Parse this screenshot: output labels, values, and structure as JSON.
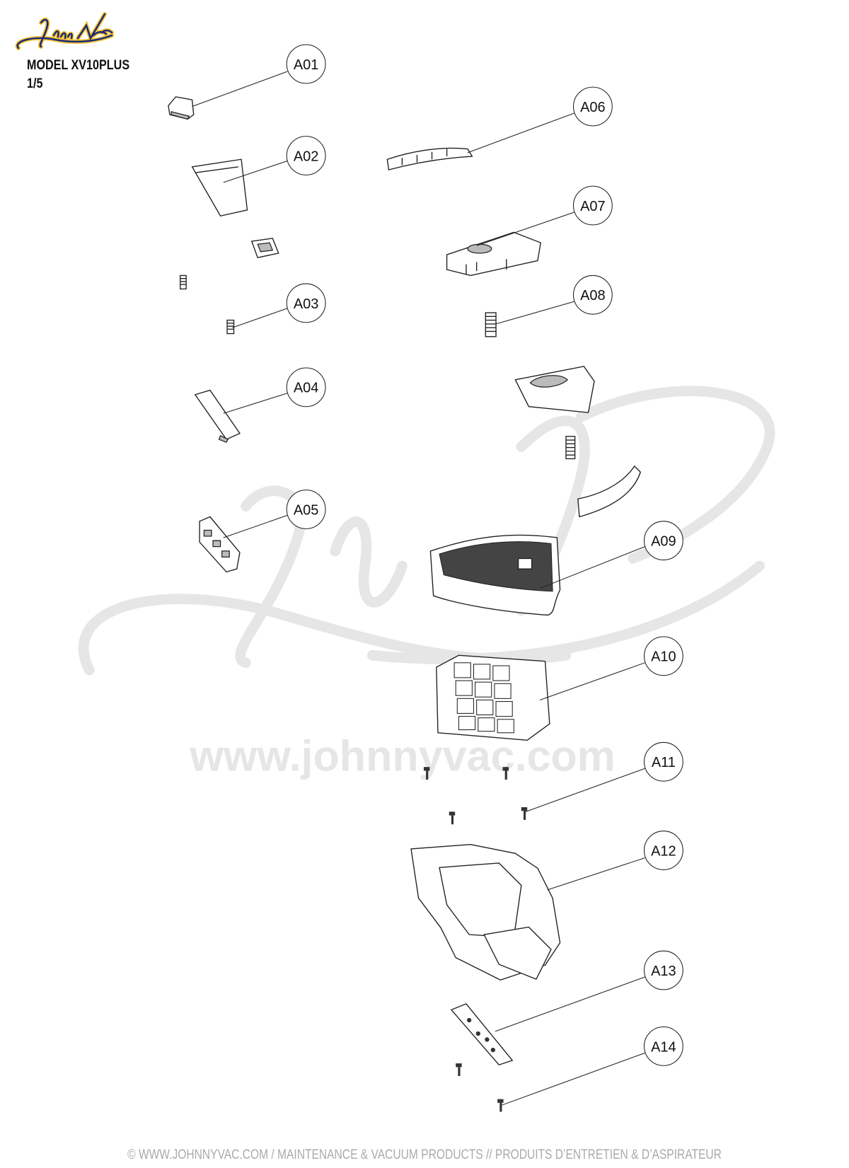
{
  "header": {
    "logo_text": "Johnny Vac",
    "model": "MODEL XV10PLUS",
    "page": "1/5"
  },
  "watermark": {
    "logo_text": "Johnny Vac",
    "url": "www.johnnyvac.com"
  },
  "callouts": [
    "A01",
    "A02",
    "A03",
    "A04",
    "A05",
    "A06",
    "A07",
    "A08",
    "A09",
    "A10",
    "A11",
    "A12",
    "A13",
    "A14"
  ],
  "footer": {
    "text": "© WWW.JOHNNYVAC.COM / MAINTENANCE & VACUUM PRODUCTS  //  PRODUITS D’ENTRETIEN & D’ASPIRATEUR"
  },
  "colors": {
    "logo_blue": "#1a2a7a",
    "logo_gold": "#f2c230",
    "watermark": "#e6e6e6"
  }
}
